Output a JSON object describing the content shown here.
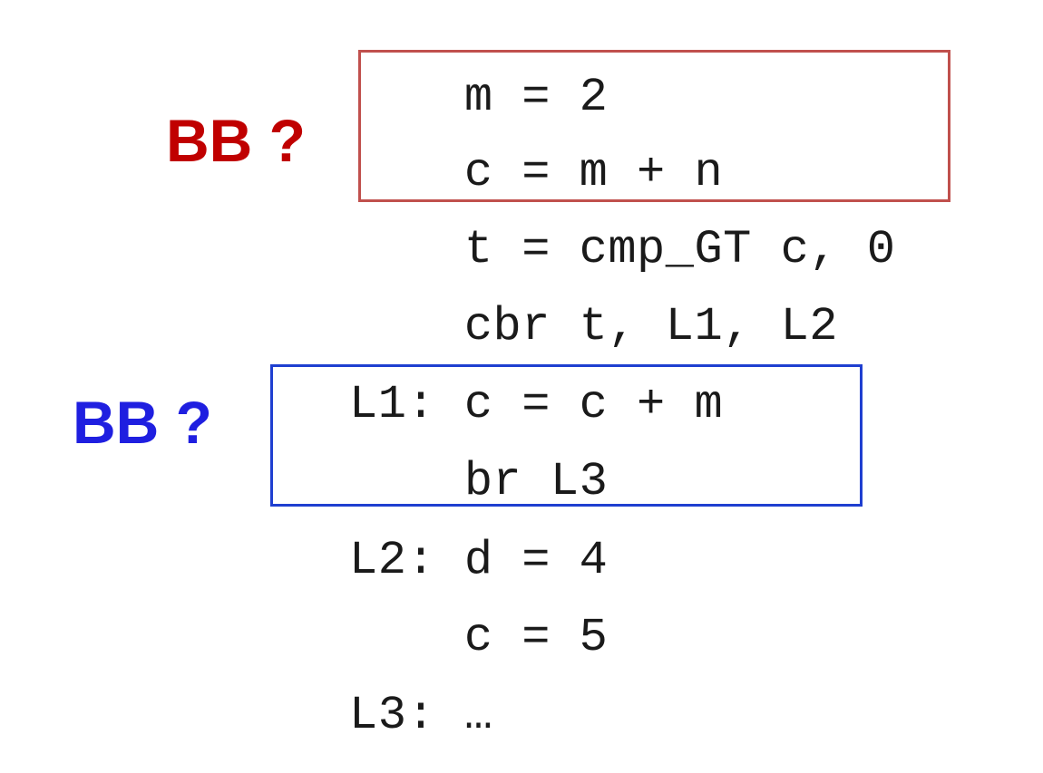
{
  "blocks": [
    {
      "label": "BB ?",
      "color": "#c00000",
      "border_color": "#c0504d"
    },
    {
      "label": "BB ?",
      "color": "#1f1fe0",
      "border_color": "#1f3fd0"
    }
  ],
  "code": {
    "lines": [
      "    m = 2",
      "    c = m + n",
      "    t = cmp_GT c, 0",
      "    cbr t, L1, L2",
      "L1: c = c + m",
      "    br L3",
      "L2: d = 4",
      "    c = 5",
      "L3: …"
    ]
  }
}
